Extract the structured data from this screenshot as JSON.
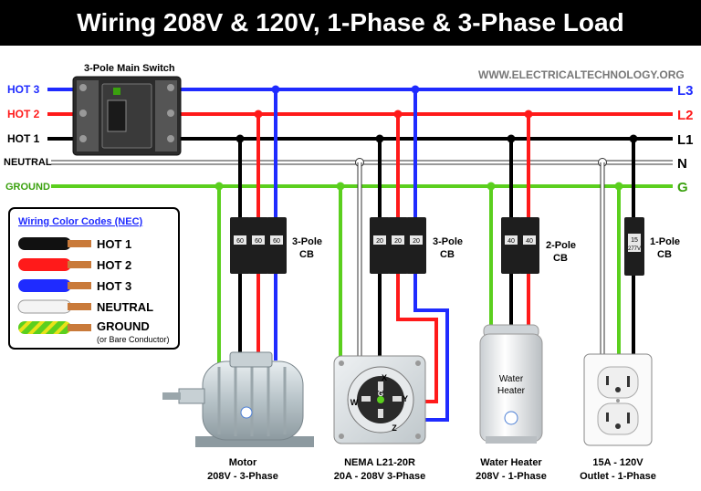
{
  "title": "Wiring 208V & 120V, 1-Phase & 3-Phase Load",
  "website": "WWW.ELECTRICALTECHNOLOGY.ORG",
  "main_switch_label": "3-Pole Main Switch",
  "colors": {
    "hot3": "#1f2bff",
    "hot2": "#ff1a1a",
    "hot1": "#000000",
    "neutral": "#ffffff",
    "ground": "#5bcf1e",
    "ground_stripe": "#e8e21a"
  },
  "buses": [
    {
      "left": "HOT 3",
      "right": "L3",
      "color_key": "hot3"
    },
    {
      "left": "HOT 2",
      "right": "L2",
      "color_key": "hot2"
    },
    {
      "left": "HOT 1",
      "right": "L1",
      "color_key": "hot1"
    },
    {
      "left": "NEUTRAL",
      "right": "N",
      "color_key": "neutral"
    },
    {
      "left": "GROUND",
      "right": "G",
      "color_key": "ground"
    }
  ],
  "legend": {
    "title": "Wiring Color Codes (NEC)",
    "items": [
      {
        "label": "HOT 1",
        "color_key": "hot1"
      },
      {
        "label": "HOT 2",
        "color_key": "hot2"
      },
      {
        "label": "HOT 3",
        "color_key": "hot3"
      },
      {
        "label": "NEUTRAL",
        "color_key": "neutral"
      },
      {
        "label": "GROUND",
        "color_key": "ground"
      }
    ],
    "note": "(or Bare Conductor)"
  },
  "breakers": [
    {
      "label_line1": "3-Pole",
      "label_line2": "CB",
      "ratings": [
        "60",
        "60",
        "60"
      ]
    },
    {
      "label_line1": "3-Pole",
      "label_line2": "CB",
      "ratings": [
        "20",
        "20",
        "20"
      ]
    },
    {
      "label_line1": "2-Pole",
      "label_line2": "CB",
      "ratings": [
        "40",
        "40"
      ]
    },
    {
      "label_line1": "1-Pole",
      "label_line2": "CB",
      "ratings": [
        "15"
      ],
      "sub_rating": "277V"
    }
  ],
  "loads": [
    {
      "name": "Motor",
      "spec": "208V - 3-Phase"
    },
    {
      "name": "NEMA L21-20R",
      "spec": "20A - 208V 3-Phase"
    },
    {
      "name": "Water Heater",
      "spec": "208V - 1-Phase"
    },
    {
      "name": "15A - 120V",
      "spec": "Outlet - 1-Phase"
    }
  ],
  "water_heater_label": [
    "Water",
    "Heater"
  ],
  "receptacle_terminals": {
    "x": "X",
    "y": "Y",
    "z": "Z",
    "w": "W",
    "g": "G"
  }
}
